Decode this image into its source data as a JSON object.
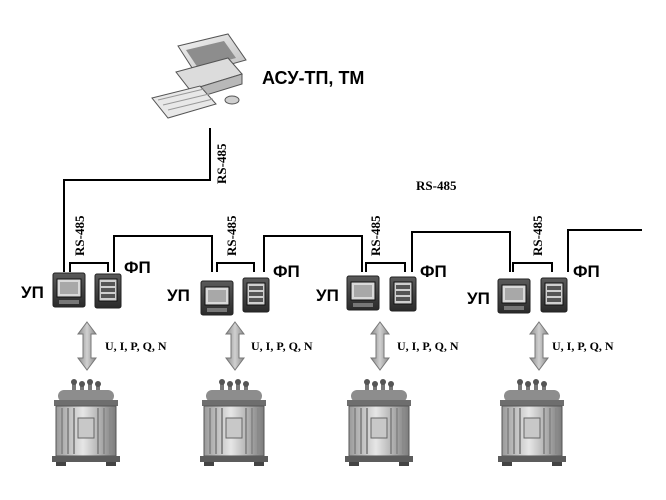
{
  "diagram": {
    "title": "АСУ-ТП, ТМ",
    "uplink_label": "RS-485",
    "bus_label": "RS-485"
  },
  "units": [
    {
      "rs_label": "RS-485",
      "up_label": "УП",
      "fp_label": "ФП",
      "meas_label": "U, I, P, Q, N"
    },
    {
      "rs_label": "RS-485",
      "up_label": "УП",
      "fp_label": "ФП",
      "meas_label": "U, I, P, Q, N"
    },
    {
      "rs_label": "RS-485",
      "up_label": "УП",
      "fp_label": "ФП",
      "meas_label": "U, I, P, Q, N"
    },
    {
      "rs_label": "RS-485",
      "up_label": "УП",
      "fp_label": "ФП",
      "meas_label": "U, I, P, Q, N"
    }
  ],
  "icons": {
    "computer": "computer-icon",
    "device_up": "up-device-icon",
    "device_fp": "fp-device-icon",
    "arrow": "double-arrow-icon",
    "transformer": "transformer-icon"
  }
}
